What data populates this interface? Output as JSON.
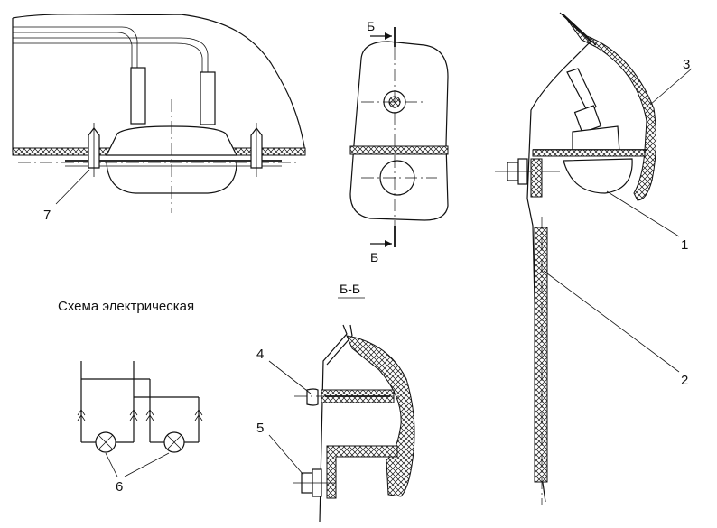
{
  "diagram": {
    "callouts": {
      "c1": "1",
      "c2": "2",
      "c3": "3",
      "c4": "4",
      "c5": "5",
      "c6": "6",
      "c7": "7"
    },
    "section_marks": {
      "top": "Б",
      "bottom": "Б",
      "section_title": "Б-Б"
    },
    "schematic_title": "Схема электрическая"
  }
}
